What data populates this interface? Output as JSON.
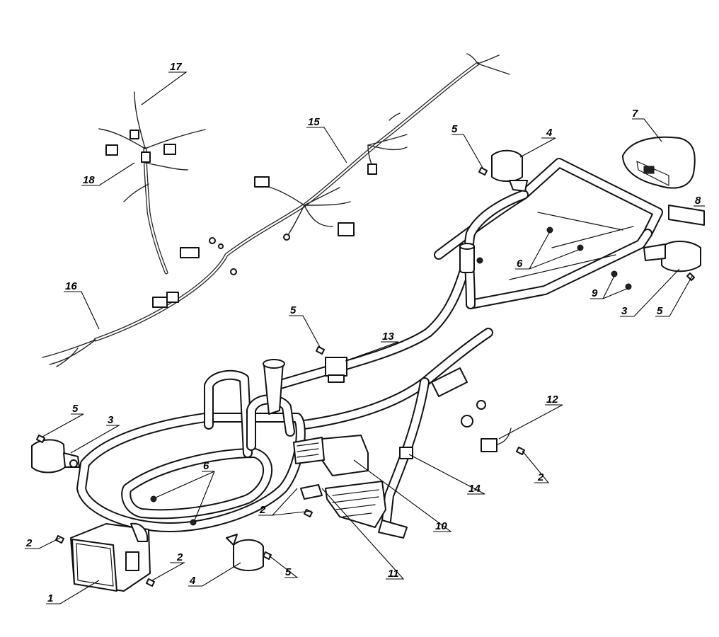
{
  "diagram": {
    "callouts": [
      {
        "id": "c1",
        "label": "1"
      },
      {
        "id": "c2a",
        "label": "2"
      },
      {
        "id": "c2b",
        "label": "2"
      },
      {
        "id": "c2c",
        "label": "2"
      },
      {
        "id": "c2d",
        "label": "2"
      },
      {
        "id": "c3a",
        "label": "3"
      },
      {
        "id": "c3b",
        "label": "3"
      },
      {
        "id": "c4a",
        "label": "4"
      },
      {
        "id": "c4b",
        "label": "4"
      },
      {
        "id": "c5a",
        "label": "5"
      },
      {
        "id": "c5b",
        "label": "5"
      },
      {
        "id": "c5c",
        "label": "5"
      },
      {
        "id": "c5d",
        "label": "5"
      },
      {
        "id": "c5e",
        "label": "5"
      },
      {
        "id": "c6a",
        "label": "6"
      },
      {
        "id": "c6b",
        "label": "6"
      },
      {
        "id": "c7",
        "label": "7"
      },
      {
        "id": "c8",
        "label": "8"
      },
      {
        "id": "c9",
        "label": "9"
      },
      {
        "id": "c10",
        "label": "10"
      },
      {
        "id": "c11",
        "label": "11"
      },
      {
        "id": "c12",
        "label": "12"
      },
      {
        "id": "c13",
        "label": "13"
      },
      {
        "id": "c14",
        "label": "14"
      },
      {
        "id": "c15",
        "label": "15"
      },
      {
        "id": "c16",
        "label": "16"
      },
      {
        "id": "c17",
        "label": "17"
      },
      {
        "id": "c18",
        "label": "18"
      }
    ]
  }
}
